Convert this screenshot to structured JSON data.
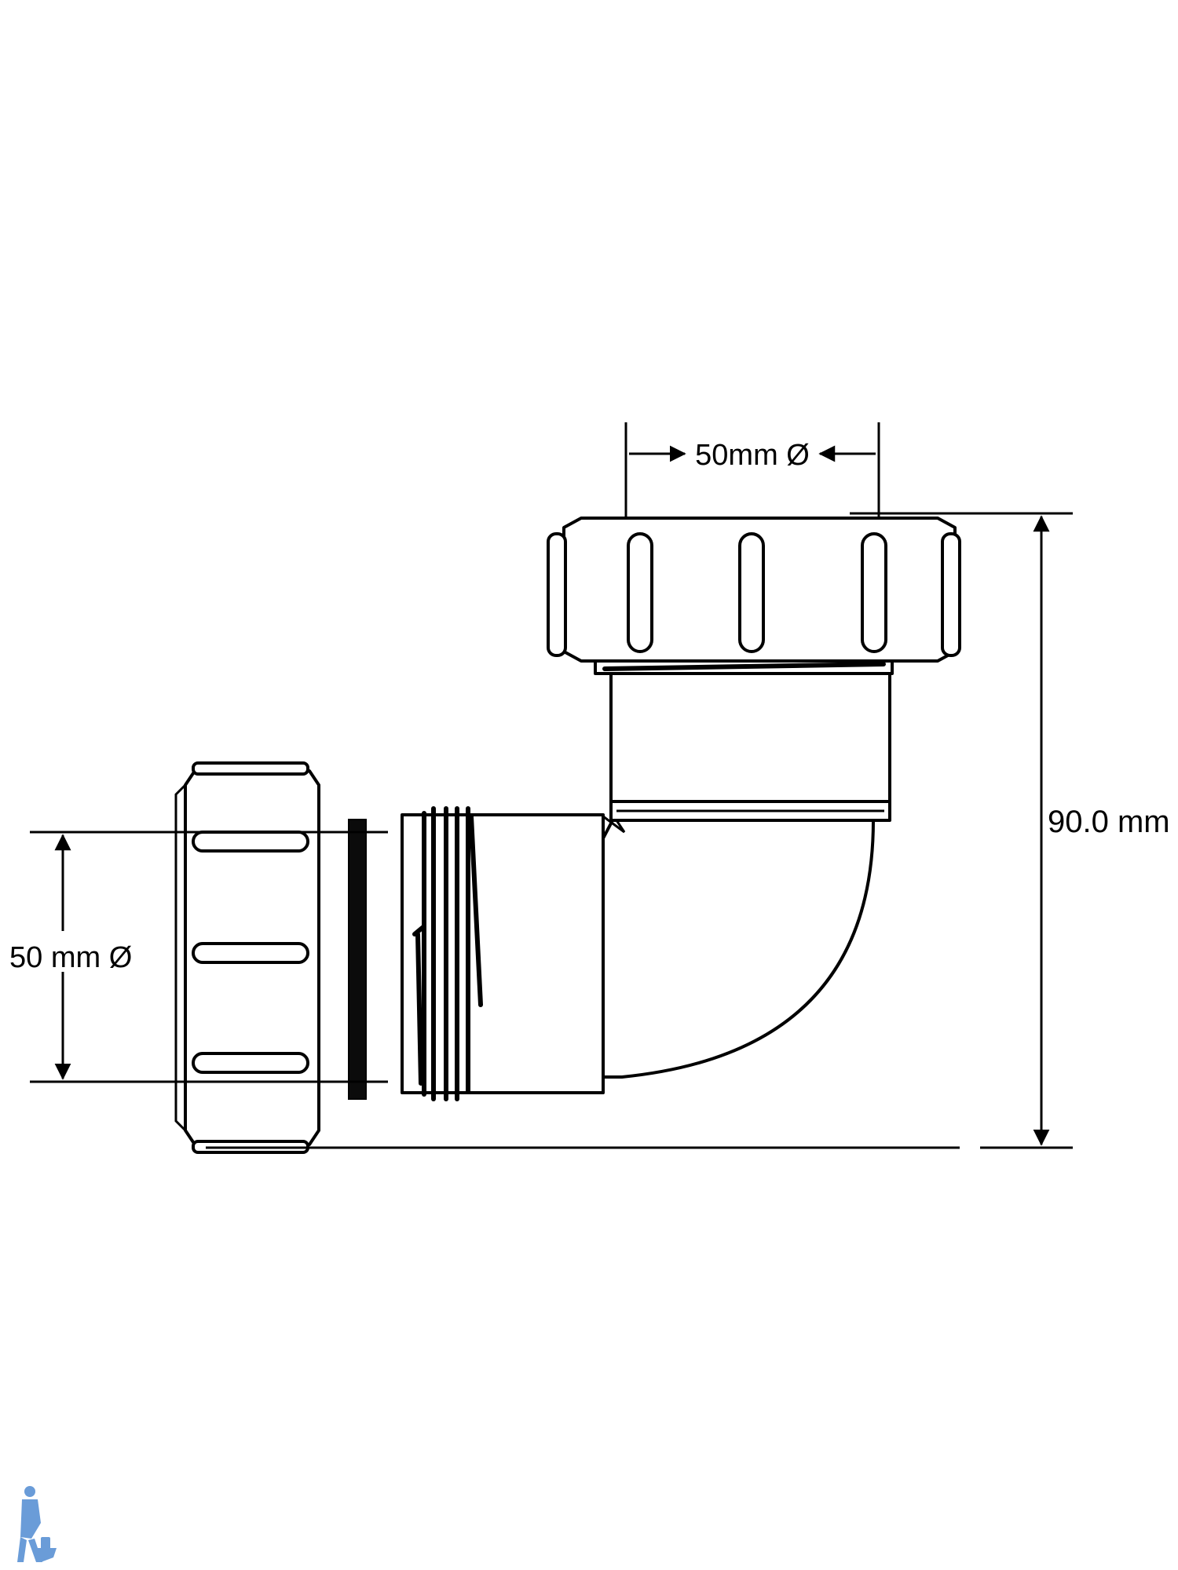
{
  "dimensions": {
    "top_diameter": "50mm Ø",
    "side_diameter": "50 mm Ø",
    "height": "90.0 mm"
  },
  "colors": {
    "line": "#000000",
    "background": "#ffffff",
    "logo": "#6a9cd8"
  },
  "icons": {
    "logo": "plumber-with-toilet-icon"
  }
}
